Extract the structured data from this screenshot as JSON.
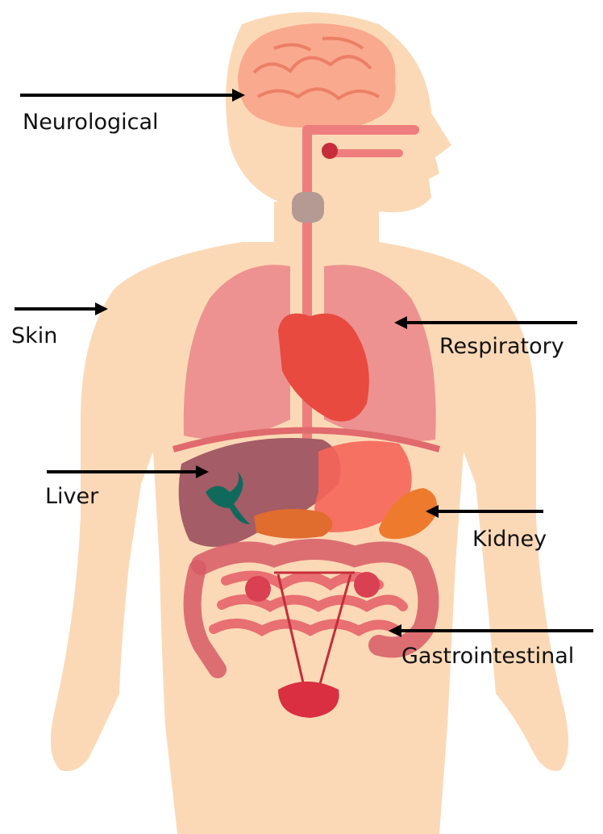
{
  "labels": {
    "neurological": "Neurological",
    "skin": "Skin",
    "respiratory": "Respiratory",
    "liver": "Liver",
    "kidney": "Kidney",
    "gastrointestinal": "Gastrointestinal"
  },
  "colors": {
    "skin_tone": "#fcd9b6",
    "brain": "#f9a98e",
    "lungs": "#eb8a8c",
    "heart": "#e84a3f",
    "liver": "#a45c66",
    "stomach": "#f6655a",
    "kidney": "#ee7a2d",
    "intestines": "#e86f72",
    "bladder": "#d92f40",
    "gallbladder": "#0f6a5c",
    "arrow": "#000000"
  }
}
